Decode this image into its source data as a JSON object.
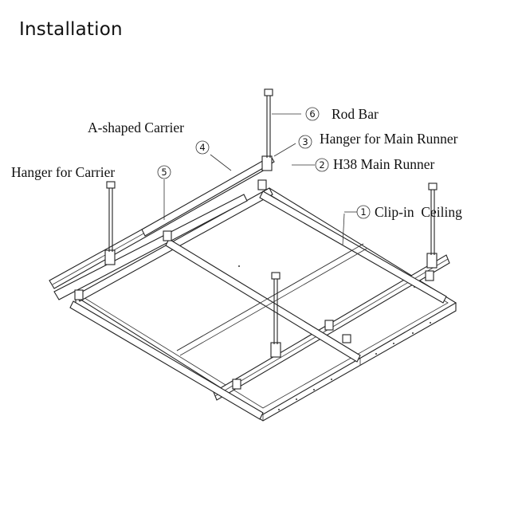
{
  "title": "Installation",
  "labels": {
    "rod_bar": {
      "number": "6",
      "text": "Rod Bar"
    },
    "hanger_main_runner": {
      "number": "3",
      "text": "Hanger for Main Runner"
    },
    "main_runner": {
      "number": "2",
      "text": "H38 Main Runner"
    },
    "a_shaped_carrier": {
      "number": "4",
      "text": "A-shaped Carrier"
    },
    "hanger_carrier": {
      "number": "5",
      "text": "Hanger for Carrier"
    },
    "clip_in_ceiling": {
      "number": "1",
      "text": "Clip-in  Ceiling"
    }
  }
}
